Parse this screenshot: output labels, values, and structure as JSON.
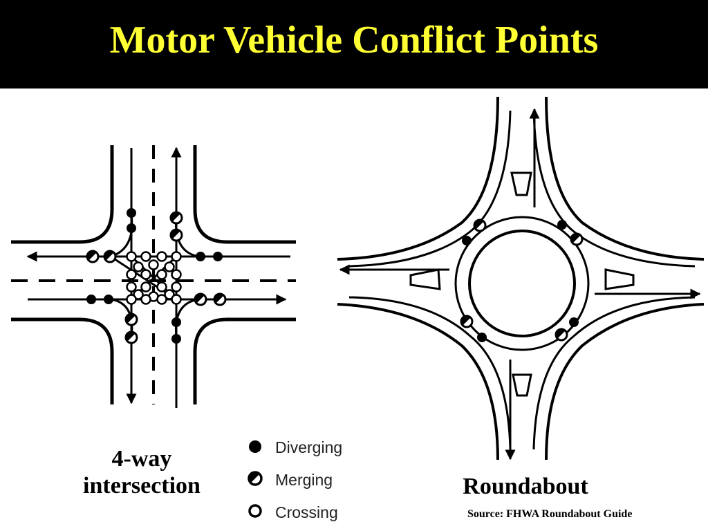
{
  "slide": {
    "title": "Motor Vehicle Conflict Points",
    "title_color": "#ffff33",
    "title_bar_color": "#000000"
  },
  "captions": {
    "intersection_line1": "4-way",
    "intersection_line2": "intersection",
    "roundabout": "Roundabout",
    "source": "Source: FHWA Roundabout Guide"
  },
  "legend": {
    "diverging": "Diverging",
    "merging": "Merging",
    "crossing": "Crossing"
  }
}
